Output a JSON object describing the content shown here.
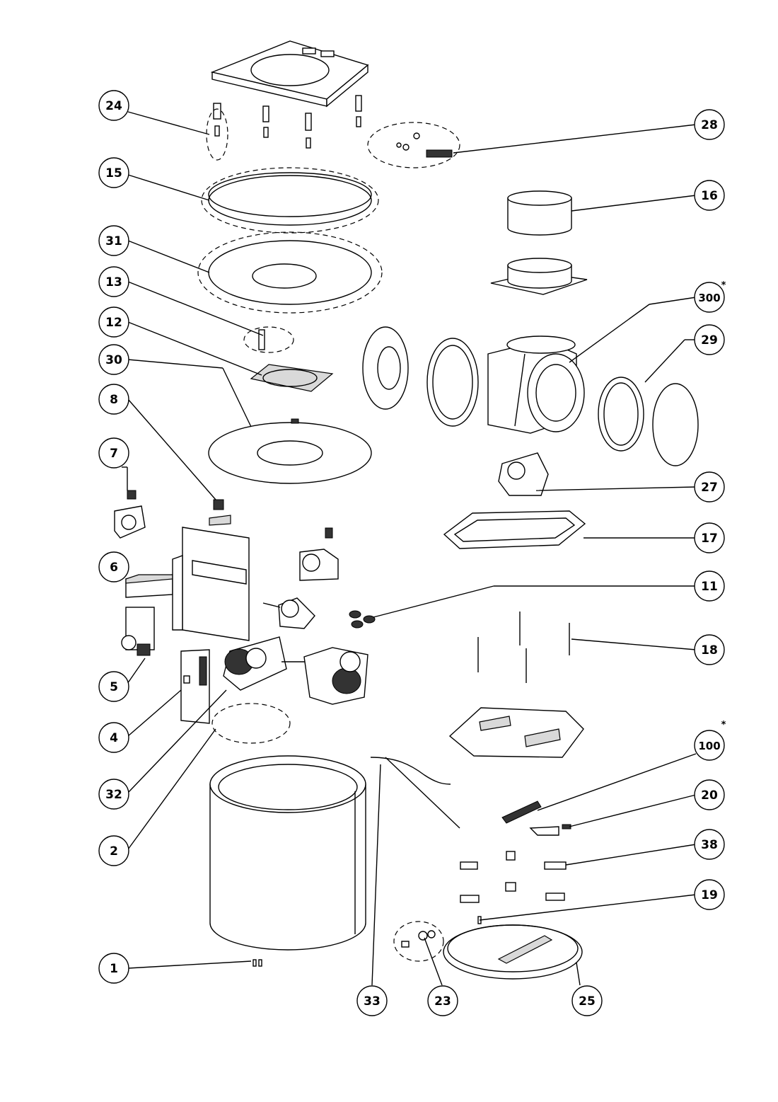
{
  "diagram": {
    "callouts": [
      {
        "id": "c24",
        "label": "24"
      },
      {
        "id": "c15",
        "label": "15"
      },
      {
        "id": "c31",
        "label": "31"
      },
      {
        "id": "c13",
        "label": "13"
      },
      {
        "id": "c12",
        "label": "12"
      },
      {
        "id": "c30",
        "label": "30"
      },
      {
        "id": "c8",
        "label": "8"
      },
      {
        "id": "c7",
        "label": "7"
      },
      {
        "id": "c6",
        "label": "6"
      },
      {
        "id": "c5",
        "label": "5"
      },
      {
        "id": "c4",
        "label": "4"
      },
      {
        "id": "c32",
        "label": "32"
      },
      {
        "id": "c2",
        "label": "2"
      },
      {
        "id": "c1",
        "label": "1"
      },
      {
        "id": "c33",
        "label": "33"
      },
      {
        "id": "c23",
        "label": "23"
      },
      {
        "id": "c25",
        "label": "25"
      },
      {
        "id": "c28",
        "label": "28"
      },
      {
        "id": "c16",
        "label": "16"
      },
      {
        "id": "c300",
        "label": "300"
      },
      {
        "id": "c29",
        "label": "29"
      },
      {
        "id": "c27",
        "label": "27"
      },
      {
        "id": "c17",
        "label": "17"
      },
      {
        "id": "c11",
        "label": "11"
      },
      {
        "id": "c18",
        "label": "18"
      },
      {
        "id": "c100",
        "label": "100"
      },
      {
        "id": "c20",
        "label": "20"
      },
      {
        "id": "c38",
        "label": "38"
      },
      {
        "id": "c19",
        "label": "19"
      }
    ],
    "asterisk": "*"
  }
}
